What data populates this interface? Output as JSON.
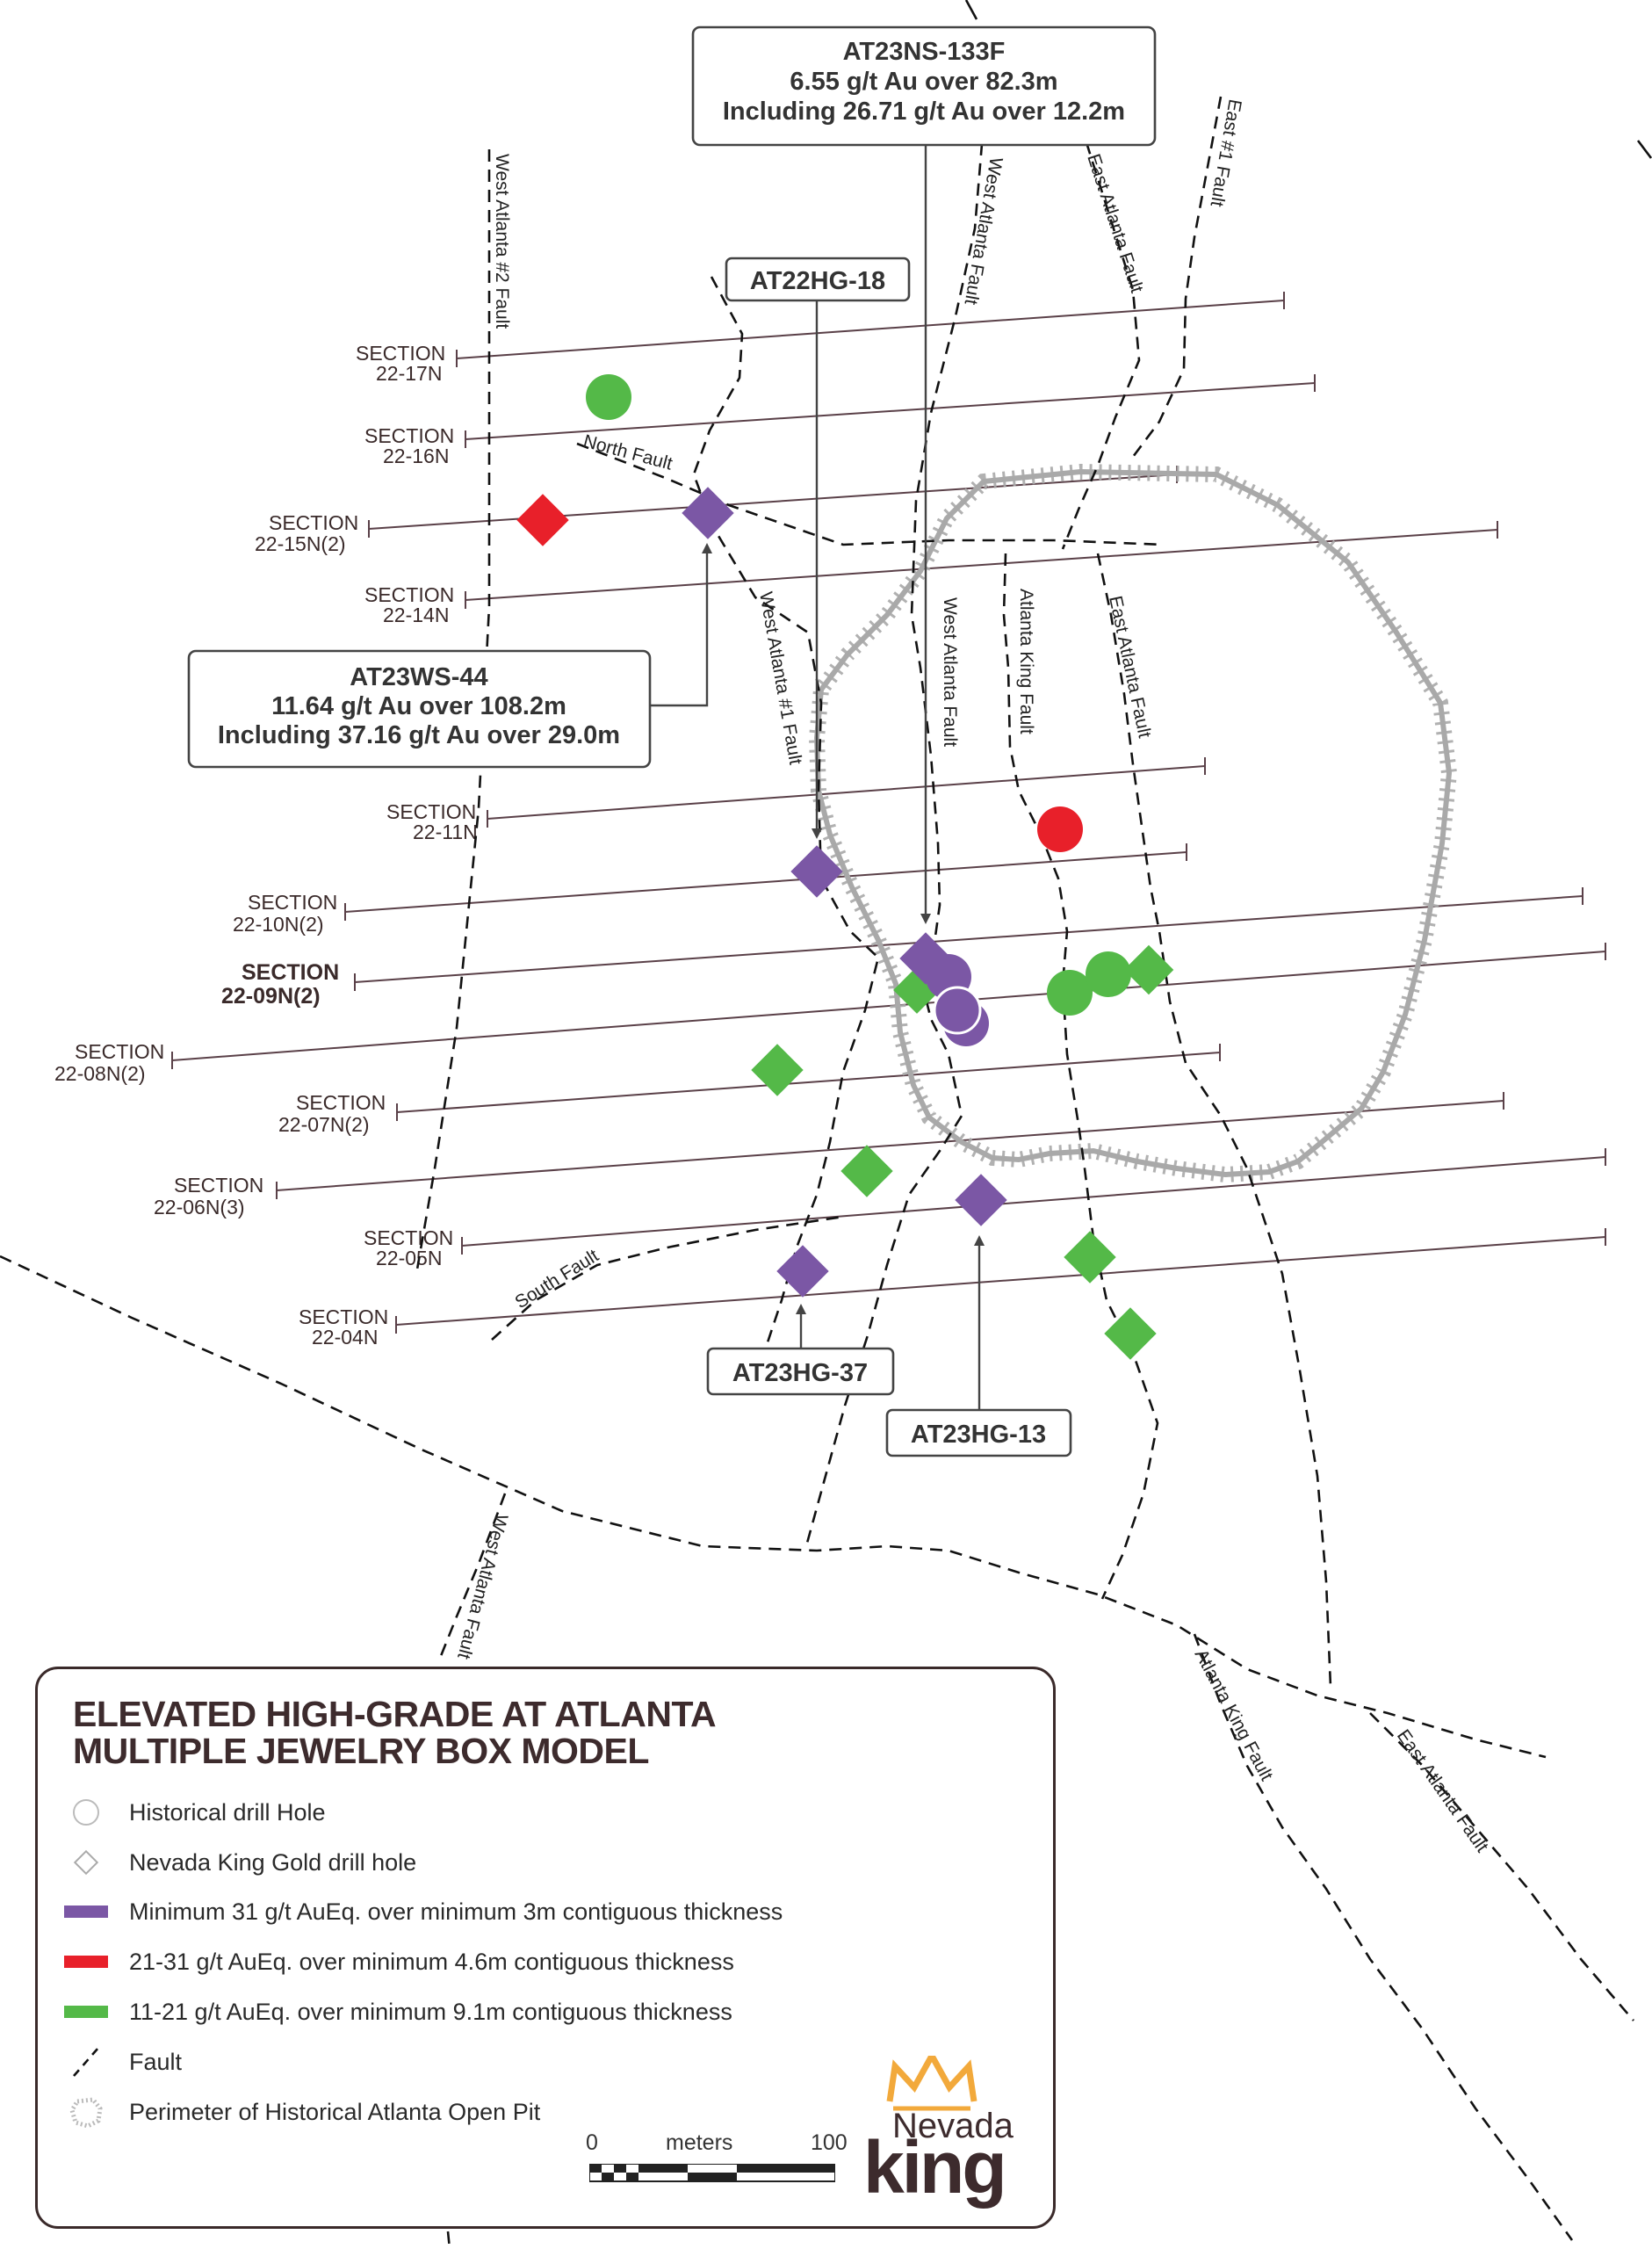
{
  "sections": [
    {
      "label1": "SECTION",
      "label2": "22-17N",
      "bold": false
    },
    {
      "label1": "SECTION",
      "label2": "22-16N",
      "bold": false
    },
    {
      "label1": "SECTION",
      "label2": "22-15N(2)",
      "bold": false
    },
    {
      "label1": "SECTION",
      "label2": "22-14N",
      "bold": false
    },
    {
      "label1": "SECTION",
      "label2": "22-11N",
      "bold": false
    },
    {
      "label1": "SECTION",
      "label2": "22-10N(2)",
      "bold": false
    },
    {
      "label1": "SECTION",
      "label2": "22-09N(2)",
      "bold": true
    },
    {
      "label1": "SECTION",
      "label2": "22-08N(2)",
      "bold": false
    },
    {
      "label1": "SECTION",
      "label2": "22-07N(2)",
      "bold": false
    },
    {
      "label1": "SECTION",
      "label2": "22-06N(3)",
      "bold": false
    },
    {
      "label1": "SECTION",
      "label2": "22-05N",
      "bold": false
    },
    {
      "label1": "SECTION",
      "label2": "22-04N",
      "bold": false
    }
  ],
  "faults": {
    "west_atlanta_2": "West Atlanta #2 Fault",
    "north": "North Fault",
    "west_atlanta_1": "West Atlanta #1 Fault",
    "west_atlanta_top": "West Atlanta Fault",
    "west_atlanta_mid": "West Atlanta Fault",
    "atlanta_king_mid": "Atlanta King Fault",
    "east_atlanta_mid": "East Atlanta Fault",
    "east_atlanta_top": "East Atlanta Fault",
    "east_1": "East #1 Fault",
    "south": "South Fault",
    "west_atlanta_bottom": "West Atlanta Fault",
    "atlanta_king_bottom": "Atlanta King Fault",
    "east_atlanta_bottom": "East Atlanta Fault"
  },
  "callouts": {
    "at23ns": {
      "line1": "AT23NS-133F",
      "line2": "6.55 g/t Au over 82.3m",
      "line3": "Including 26.71 g/t Au over 12.2m"
    },
    "at22hg": {
      "line1": "AT22HG-18"
    },
    "at23ws": {
      "line1": "AT23WS-44",
      "line2": "11.64 g/t Au over 108.2m",
      "line3": "Including 37.16 g/t Au over 29.0m"
    },
    "at23hg37": {
      "line1": "AT23HG-37"
    },
    "at23hg13": {
      "line1": "AT23HG-13"
    }
  },
  "legend": {
    "title1": "ELEVATED HIGH-GRADE AT ATLANTA",
    "title2": "MULTIPLE JEWELRY BOX MODEL",
    "items": [
      {
        "label": "Historical drill Hole",
        "icon": "circle-outline-icon"
      },
      {
        "label": "Nevada King Gold drill hole",
        "icon": "diamond-outline-icon"
      },
      {
        "label": "Minimum 31 g/t AuEq. over minimum 3m contiguous thickness",
        "icon": "purple-bar-icon",
        "color": "#7b57a5"
      },
      {
        "label": "21-31 g/t AuEq. over minimum 4.6m contiguous thickness",
        "icon": "red-bar-icon",
        "color": "#e8202a"
      },
      {
        "label": "11-21 g/t AuEq. over minimum 9.1m contiguous thickness",
        "icon": "green-bar-icon",
        "color": "#54b948"
      },
      {
        "label": "Fault",
        "icon": "dashed-line-icon"
      },
      {
        "label": "Perimeter of Historical Atlanta Open Pit",
        "icon": "pit-outline-icon"
      }
    ],
    "scale": {
      "start": "0",
      "unit": "meters",
      "end": "100"
    },
    "logo": {
      "line1": "Nevada",
      "line2": "king"
    }
  },
  "colors": {
    "purple": "#7b57a5",
    "red": "#e8202a",
    "green": "#54b948",
    "pit": "#a9a9a9",
    "line": "#3a2a2a",
    "crown": "#f2a93b"
  }
}
